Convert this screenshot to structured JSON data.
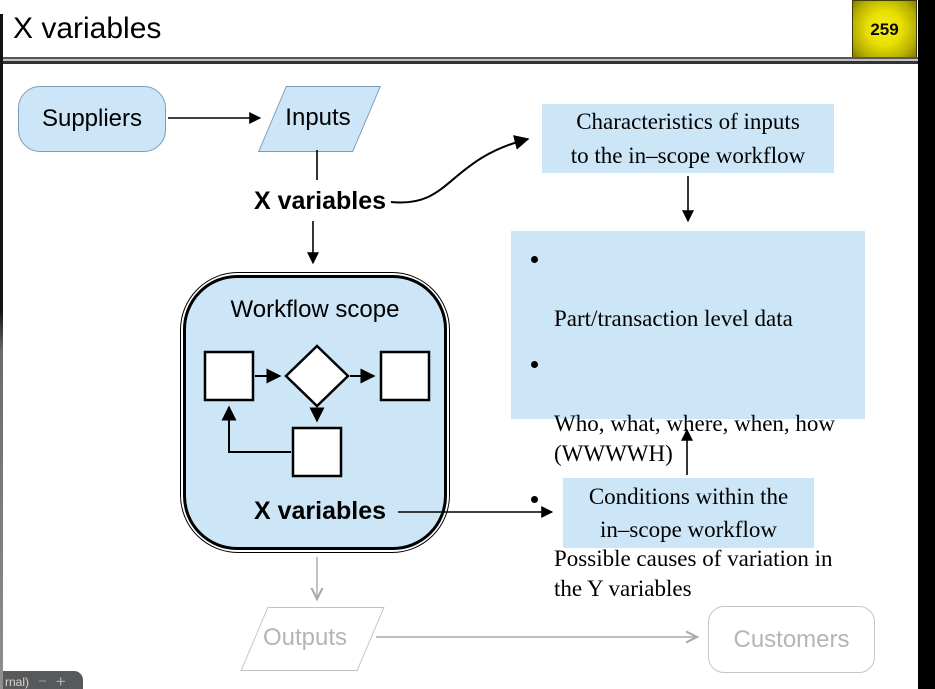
{
  "header": {
    "title": "X variables",
    "page_number": "259"
  },
  "viewer": {
    "status_fragment": "rnal)",
    "zoom_out_label": "−",
    "zoom_in_label": "+"
  },
  "colors": {
    "shape_fill_blue": "#cde6f7",
    "badge_yellow": "#e8df00",
    "muted_gray": "#b5b5b5",
    "frame_black": "#000000"
  },
  "diagram": {
    "suppliers_label": "Suppliers",
    "inputs_label": "Inputs",
    "x_variables_top_label": "X variables",
    "characteristics_box": [
      "Characteristics of inputs",
      "to the in–scope workflow"
    ],
    "bullets": [
      [
        "Part/transaction level data"
      ],
      [
        "Who, what, where, when, how",
        "(WWWWH)"
      ],
      [
        "Possible causes of variation in",
        "the Y variables"
      ]
    ],
    "workflow_title": "Workflow scope",
    "x_variables_inner_label": "X variables",
    "conditions_box": [
      "Conditions within the",
      "in–scope workflow"
    ],
    "outputs_label": "Outputs",
    "customers_label": "Customers"
  }
}
